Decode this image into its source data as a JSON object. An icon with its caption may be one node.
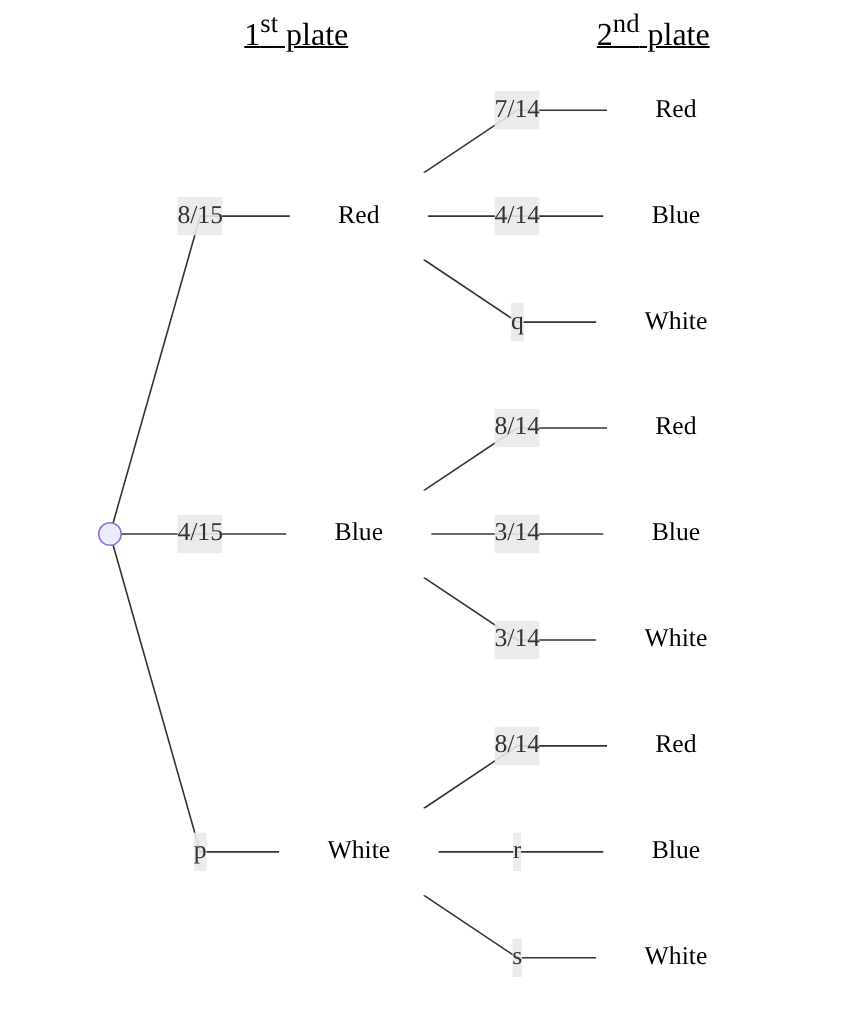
{
  "diagram": {
    "nodes": [
      {
        "text": [],
        "shape": "point"
      },
      {
        "text": [
          "Red"
        ]
      },
      {
        "text": [
          "Blue"
        ]
      },
      {
        "text": [
          "White"
        ]
      },
      {
        "text": [
          "Red"
        ]
      },
      {
        "text": [
          "Blue"
        ]
      },
      {
        "text": [
          "White"
        ]
      },
      {
        "text": [
          "Red"
        ]
      },
      {
        "text": [
          "Blue"
        ]
      },
      {
        "text": [
          "White"
        ]
      },
      {
        "text": [
          "Red"
        ]
      },
      {
        "text": [
          "Blue"
        ]
      },
      {
        "text": [
          "White"
        ]
      }
    ],
    "edges": [
      {
        "from": 0,
        "to": 1,
        "arrow": "none",
        "label": "8/15"
      },
      {
        "from": 0,
        "to": 2,
        "arrow": "none",
        "label": "4/15"
      },
      {
        "from": 0,
        "to": 3,
        "arrow": "none",
        "label": "p"
      },
      {
        "from": 1,
        "to": 4,
        "arrow": "none",
        "label": "7/14"
      },
      {
        "from": 1,
        "to": 5,
        "arrow": "none",
        "label": "4/14"
      },
      {
        "from": 1,
        "to": 6,
        "arrow": "none",
        "label": "q"
      },
      {
        "from": 2,
        "to": 7,
        "arrow": "none",
        "label": "8/14"
      },
      {
        "from": 2,
        "to": 8,
        "arrow": "none",
        "label": "3/14"
      },
      {
        "from": 2,
        "to": 9,
        "arrow": "none",
        "label": "3/14"
      },
      {
        "from": 3,
        "to": 10,
        "arrow": "none",
        "label": "8/14"
      },
      {
        "from": 3,
        "to": 11,
        "arrow": "none",
        "label": "r"
      },
      {
        "from": 3,
        "to": 12,
        "arrow": "none",
        "label": "s"
      }
    ],
    "labels": [
      "1$^{st}$ plate",
      "2$^{nd}$ plate"
    ]
  }
}
